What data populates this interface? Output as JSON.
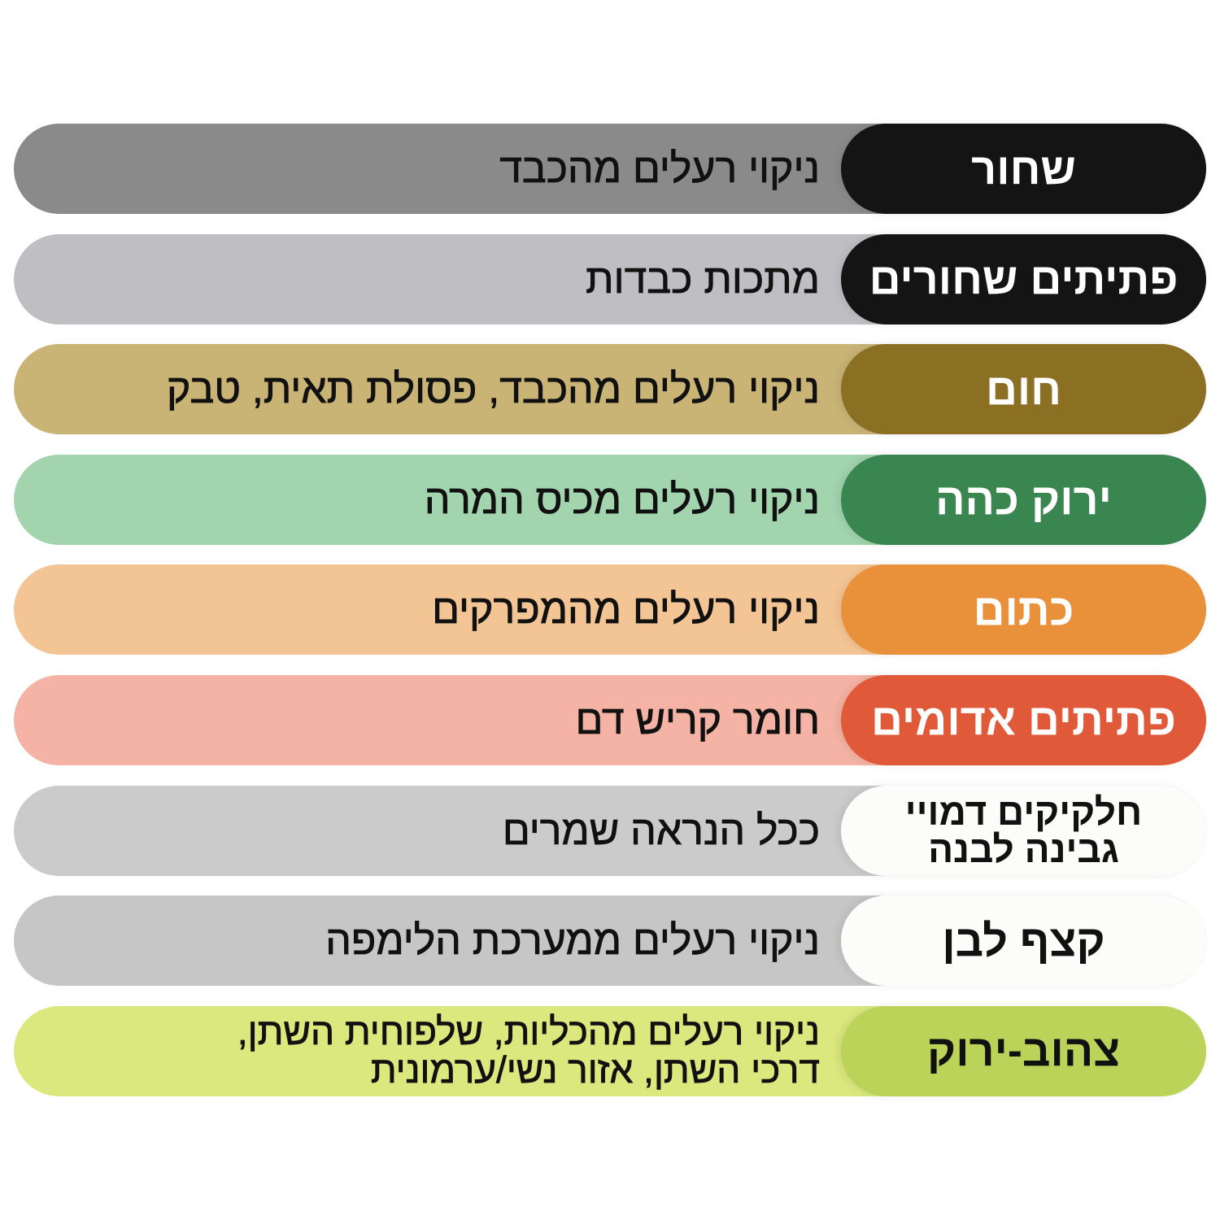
{
  "rows": [
    {
      "label": "שחור",
      "description": "ניקוי רעלים מהכבד",
      "label_bg": "#141414",
      "label_color": "#ffffff",
      "desc_bg": "#8a8a8a"
    },
    {
      "label": "פתיתים שחורים",
      "description": "מתכות כבדות",
      "label_bg": "#141414",
      "label_color": "#ffffff",
      "desc_bg": "#bfbfc3"
    },
    {
      "label": "חום",
      "description": "ניקוי רעלים מהכבד, פסולת תאית, טבק",
      "label_bg": "#8b6f22",
      "label_color": "#ffffff",
      "desc_bg": "#c9b476"
    },
    {
      "label": "ירוק כהה",
      "description": "ניקוי רעלים מכיס המרה",
      "label_bg": "#3a8650",
      "label_color": "#ffffff",
      "desc_bg": "#a2d4ae"
    },
    {
      "label": "כתום",
      "description": "ניקוי רעלים מהמפרקים",
      "label_bg": "#e8913a",
      "label_color": "#ffffff",
      "desc_bg": "#f4c594"
    },
    {
      "label": "פתיתים אדומים",
      "description": "חומר קריש דם",
      "label_bg": "#e05a3a",
      "label_color": "#ffffff",
      "desc_bg": "#f4b3a4"
    },
    {
      "label": "חלקיקים דמויי\nגבינה לבנה",
      "description": "ככל הנראה שמרים",
      "label_bg": "#fcfcfa",
      "label_color": "#111111",
      "desc_bg": "#cbcbcb"
    },
    {
      "label": "קצף לבן",
      "description": "ניקוי רעלים ממערכת הלימפה",
      "label_bg": "#fcfcfa",
      "label_color": "#111111",
      "desc_bg": "#c6c6c6"
    },
    {
      "label": "צהוב-ירוק",
      "description": "ניקוי רעלים מהכליות, שלפוחית השתן,\nדרכי השתן, אזור נשי/ערמונית",
      "label_bg": "#bcd35a",
      "label_color": "#111111",
      "desc_bg": "#dbe87e"
    }
  ]
}
